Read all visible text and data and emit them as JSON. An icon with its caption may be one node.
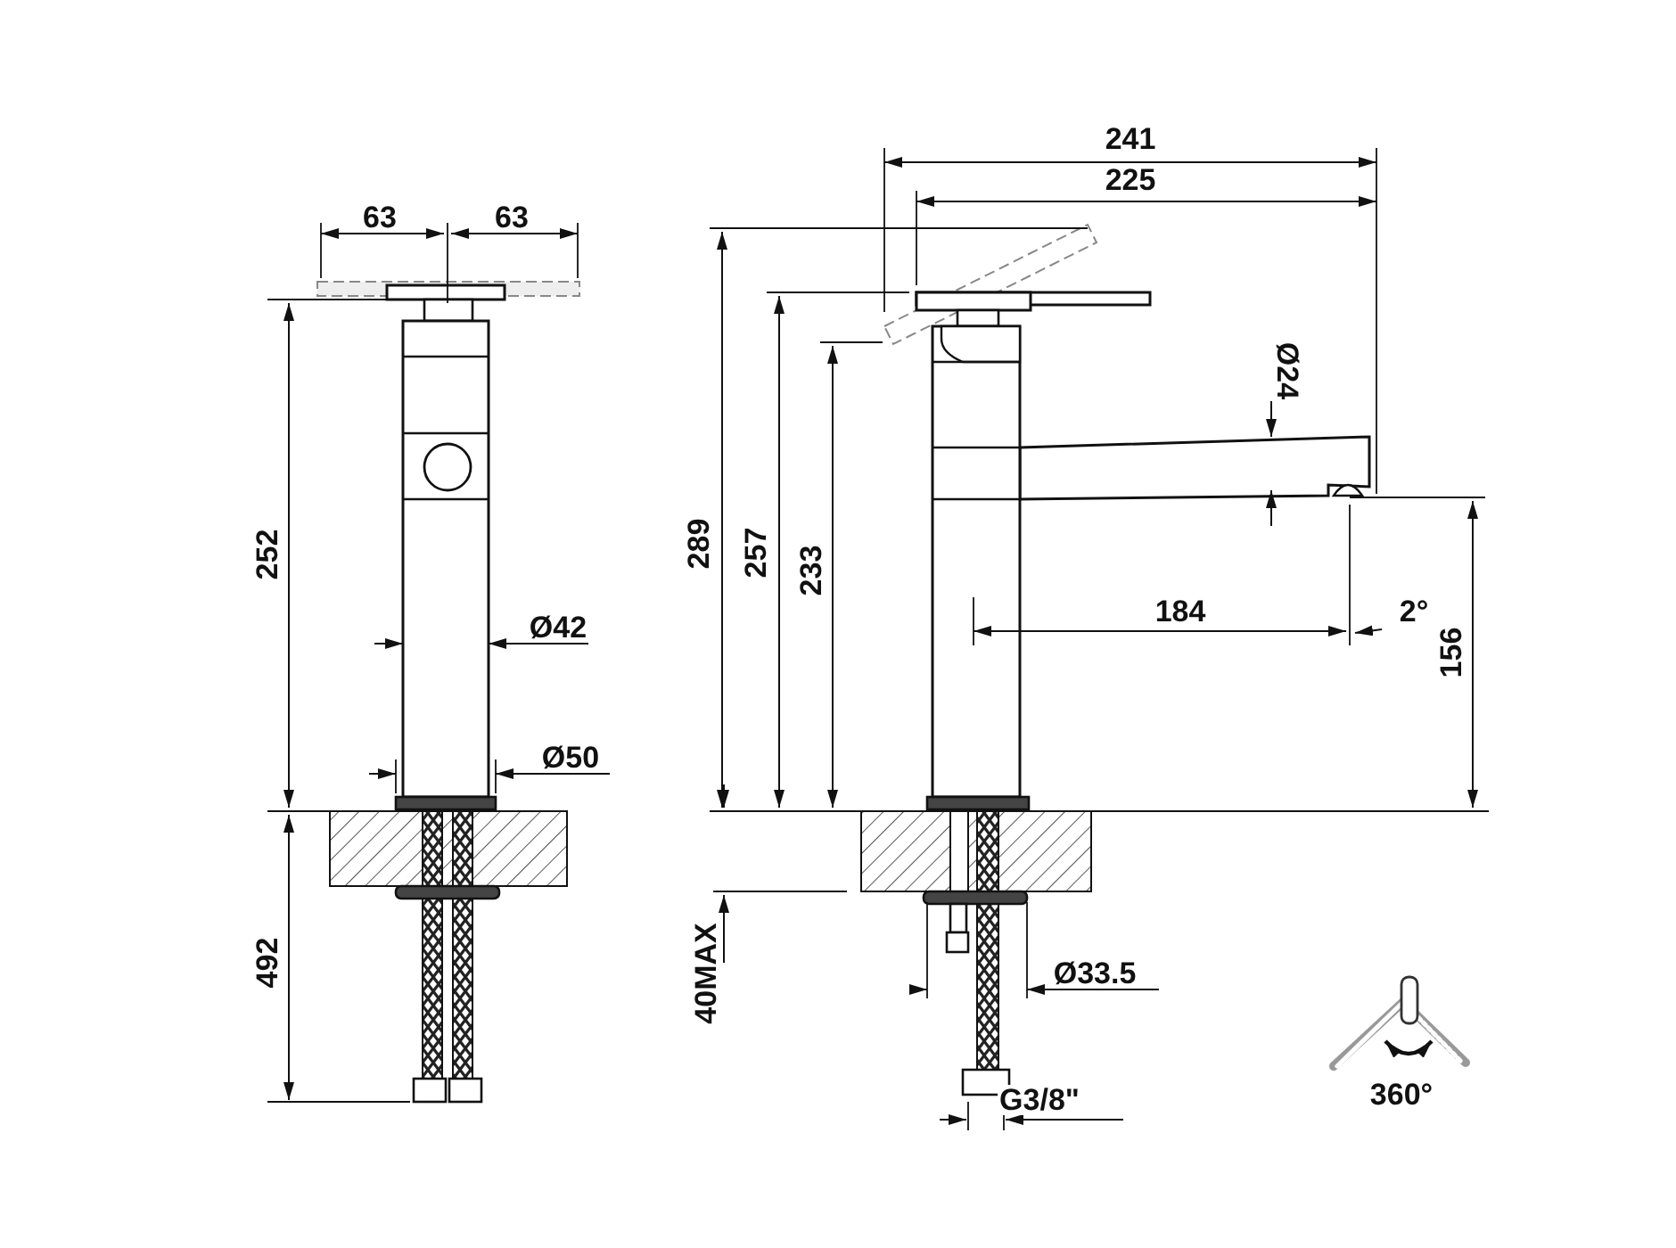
{
  "diagram": {
    "labels": [
      "63",
      "63",
      "241",
      "225",
      "Ø24",
      "252",
      "289",
      "257",
      "233",
      "Ø42",
      "184",
      "2°",
      "156",
      "Ø50",
      "492",
      "40MAX",
      "Ø33.5",
      "G3/8\"",
      "360°"
    ]
  }
}
